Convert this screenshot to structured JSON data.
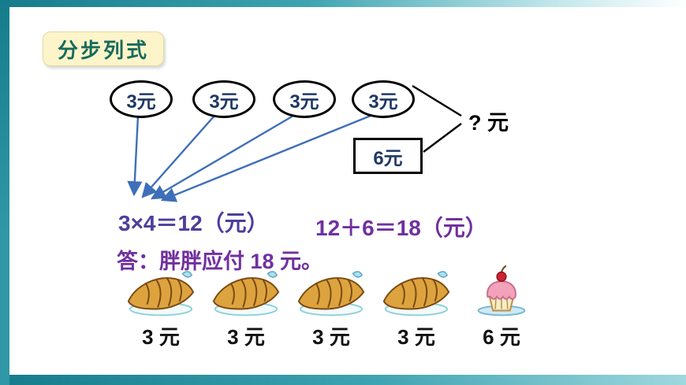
{
  "badge": {
    "label": "分步列式"
  },
  "diagram": {
    "ovals": [
      "3元",
      "3元",
      "3元",
      "3元"
    ],
    "box_label": "6元",
    "question_label": "? 元"
  },
  "equations": {
    "step1": "3×4＝12（元）",
    "step2": "12＋6＝18（元）"
  },
  "answer": "答：胖胖应付 18 元。",
  "items": [
    {
      "type": "bread",
      "price": "3 元"
    },
    {
      "type": "bread",
      "price": "3 元"
    },
    {
      "type": "bread",
      "price": "3 元"
    },
    {
      "type": "bread",
      "price": "3 元"
    },
    {
      "type": "cupcake",
      "price": "6 元"
    }
  ],
  "colors": {
    "frame_teal": "#2f97a5",
    "badge_bg": "#fdf4ca",
    "badge_text": "#176b5c",
    "oval_text_navy": "#1f3864",
    "arrow_blue": "#3e6fb8",
    "equation1_purple": "#4d3d9d",
    "equation2_purple": "#7030a0",
    "answer_purple": "#7030a0"
  }
}
